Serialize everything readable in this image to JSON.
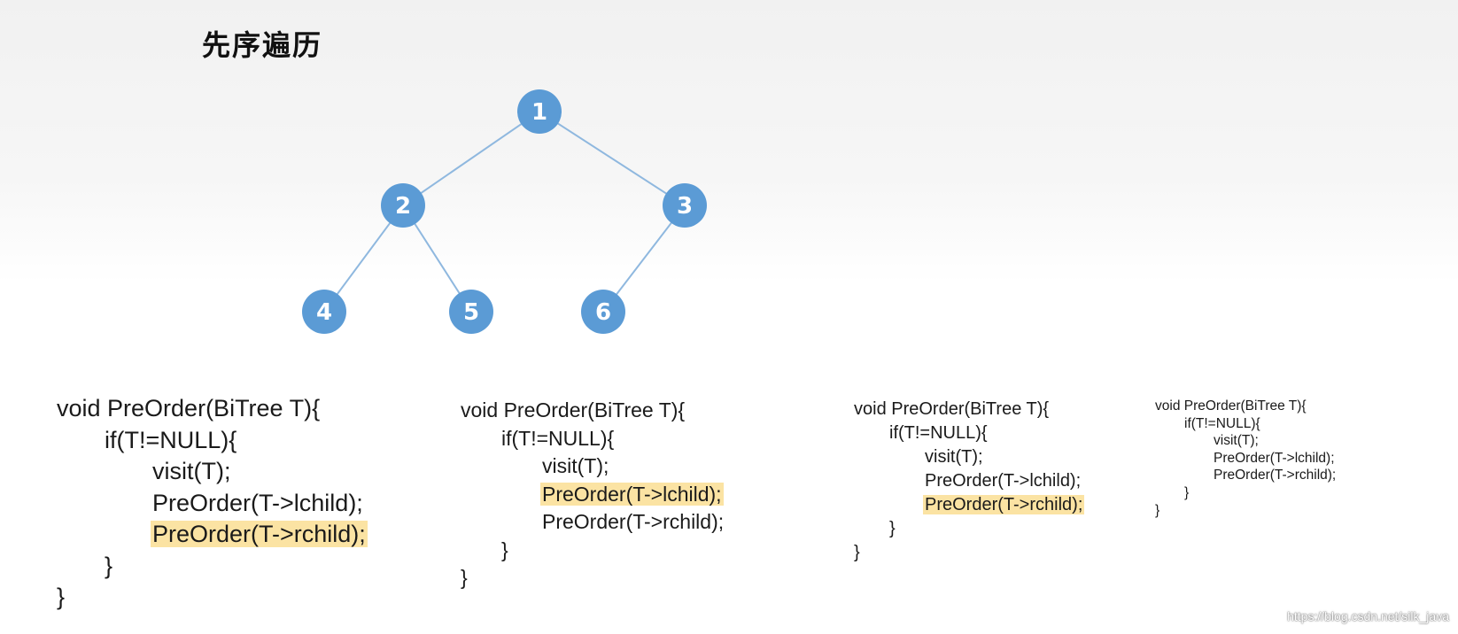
{
  "title": "先序遍历",
  "tree": {
    "nodes": [
      "1",
      "2",
      "3",
      "4",
      "5",
      "6"
    ],
    "edges": [
      [
        "1",
        "2"
      ],
      [
        "1",
        "3"
      ],
      [
        "2",
        "4"
      ],
      [
        "2",
        "5"
      ],
      [
        "3",
        "6"
      ]
    ],
    "node_color": "#5b9bd5",
    "edge_color": "#8fb8df"
  },
  "code_lines": [
    "void PreOrder(BiTree T){",
    "if(T!=NULL){",
    "visit(T);",
    "PreOrder(T->lchild);",
    "PreOrder(T->rchild);",
    "}",
    "}"
  ],
  "highlight_color": "#fbe3a3",
  "watermark": "https://blog.csdn.net/silk_java"
}
